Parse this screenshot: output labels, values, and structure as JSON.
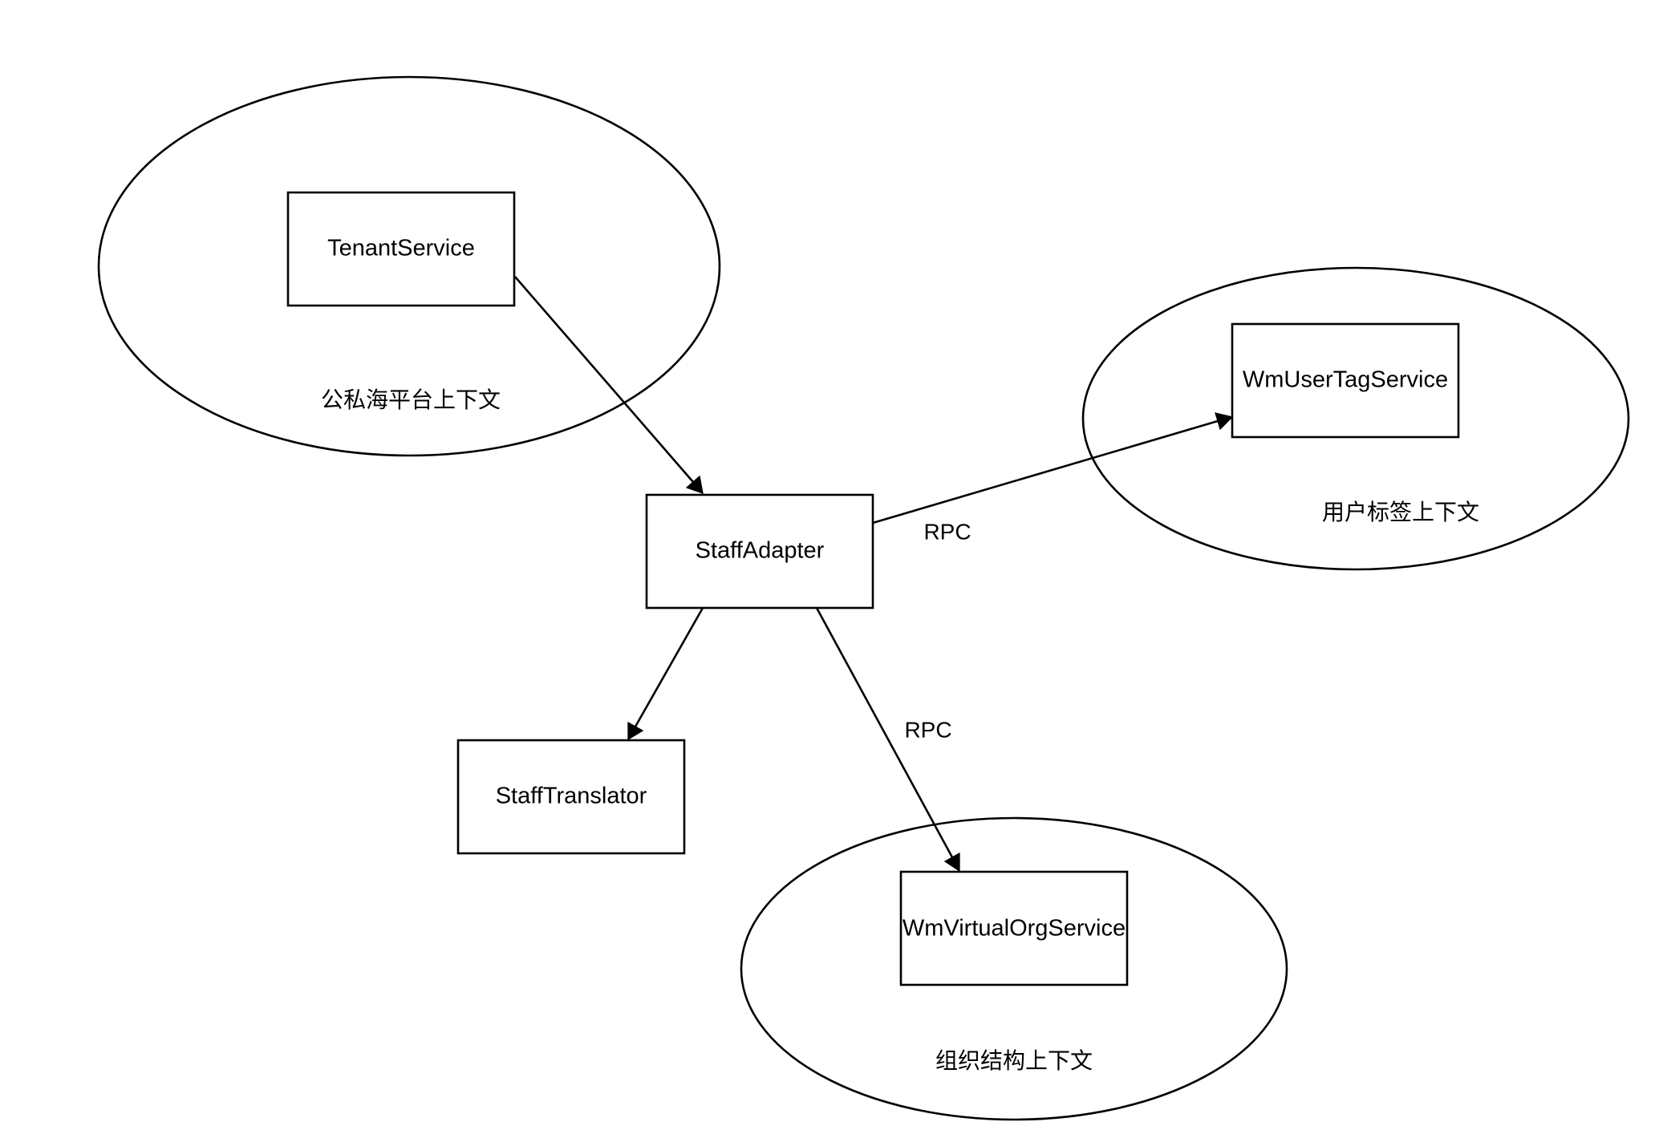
{
  "contexts": {
    "public_private": {
      "label": "公私海平台上下文"
    },
    "user_tag": {
      "label": "用户标签上下文"
    },
    "org_structure": {
      "label": "组织结构上下文"
    }
  },
  "nodes": {
    "tenant_service": {
      "label": "TenantService"
    },
    "staff_adapter": {
      "label": "StaffAdapter"
    },
    "staff_translator": {
      "label": "StaffTranslator"
    },
    "wm_user_tag_service": {
      "label": "WmUserTagService"
    },
    "wm_virtual_org_service": {
      "label": "WmVirtualOrgService"
    }
  },
  "edges": {
    "tenant_to_adapter": {
      "label": ""
    },
    "adapter_to_user_tag": {
      "label": "RPC"
    },
    "adapter_to_translator": {
      "label": ""
    },
    "adapter_to_virtual_org": {
      "label": "RPC"
    }
  },
  "colors": {
    "stroke": "#000000",
    "fill": "#ffffff",
    "background": "#ffffff"
  }
}
